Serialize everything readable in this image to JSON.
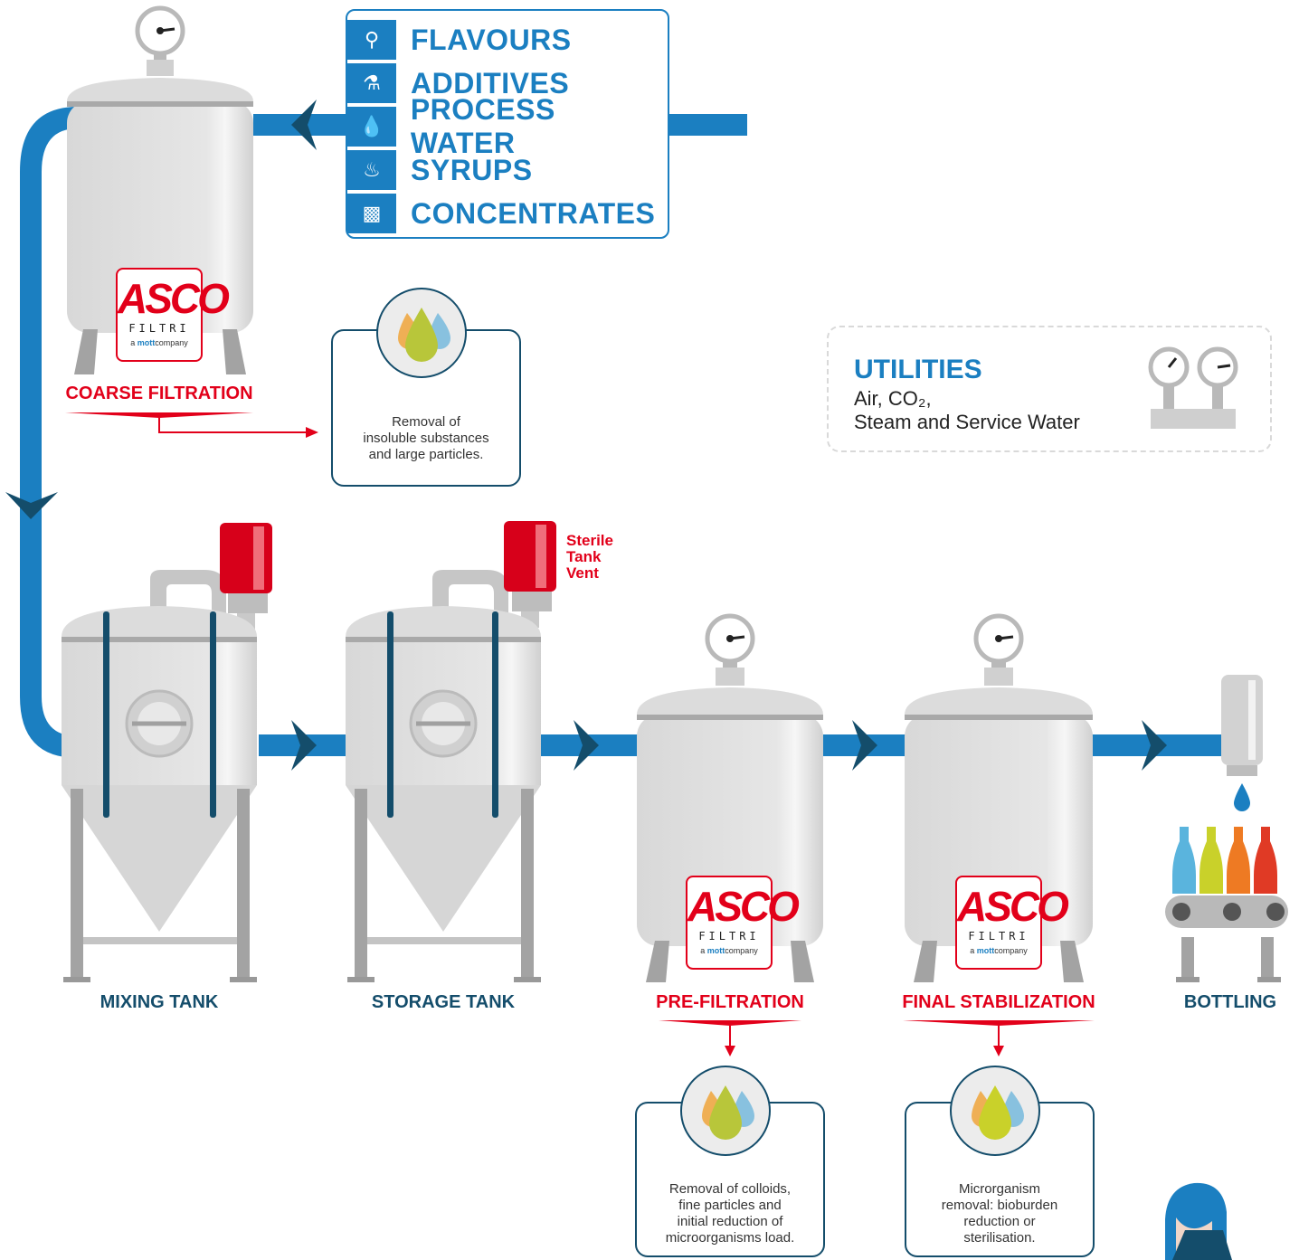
{
  "ingredients": [
    {
      "label": "FLAVOURS",
      "icon": "scoop-icon"
    },
    {
      "label": "ADDITIVES",
      "icon": "flask-icon"
    },
    {
      "label": "PROCESS WATER",
      "icon": "water-drop-icon"
    },
    {
      "label": "SYRUPS",
      "icon": "syrup-bottle-icon"
    },
    {
      "label": "CONCENTRATES",
      "icon": "concentrate-bottle-icon"
    }
  ],
  "utilities": {
    "title": "UTILITIES",
    "line1": "Air, CO₂,",
    "line2": "Steam and Service Water"
  },
  "stages": {
    "coarse_filtration": "COARSE FILTRATION",
    "mixing_tank": "MIXING TANK",
    "storage_tank": "STORAGE TANK",
    "pre_filtration": "PRE-FILTRATION",
    "final_stabilization": "FINAL STABILIZATION",
    "bottling": "BOTTLING"
  },
  "vent_label": [
    "Sterile",
    "Tank",
    "Vent"
  ],
  "info": {
    "coarse": [
      "Removal of",
      "insoluble substances",
      "and large particles."
    ],
    "pre": [
      "Removal of colloids,",
      "fine particles and",
      "initial reduction of",
      "microorganisms load."
    ],
    "final": [
      "Microrganism",
      "removal: bioburden",
      "reduction or",
      "sterilisation."
    ]
  },
  "logo": {
    "mark": "ASCO",
    "sub": "FILTRI",
    "tag_prefix": "a",
    "tag_brand": "mott",
    "tag_suffix": "company"
  },
  "colors": {
    "pipe_blue": "#1b7fc1",
    "dark_teal": "#144d6b",
    "accent_red": "#e2001a",
    "tank_grey": "#dcdcdc"
  }
}
